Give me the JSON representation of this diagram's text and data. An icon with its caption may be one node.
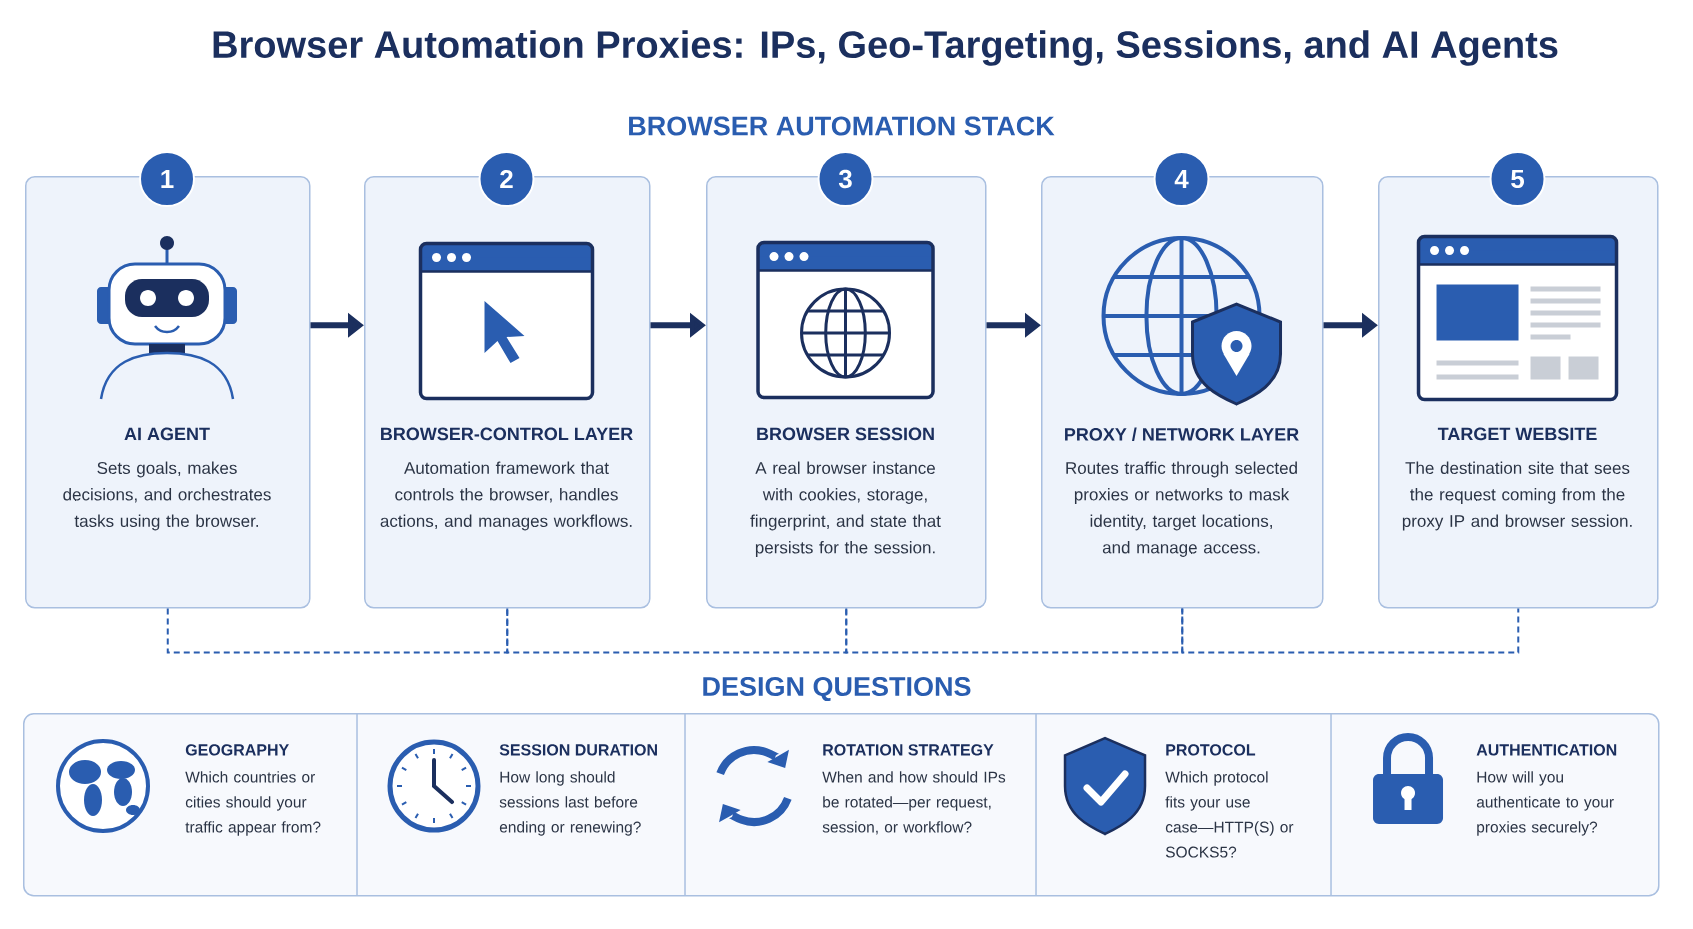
{
  "diagram": {
    "title": "Browser Automation Proxies: IPs, Geo-Targeting, Sessions, and AI Agents",
    "nodes": [
      {
        "text": [
          "AI AGENT",
          "Sets goals, makes decisions, and orchestrates tasks using the browser."
        ]
      },
      {
        "text": [
          "BROWSER-CONTROL LAYER",
          "Automation framework that controls the browser, handles actions, and manages workflows."
        ]
      },
      {
        "text": [
          "BROWSER SESSION",
          "A real browser instance with cookies, storage, fingerprint, and state that persists for the session."
        ]
      },
      {
        "text": [
          "PROXY / NETWORK LAYER",
          "Routes traffic through selected proxies or networks to mask identity, target locations, and manage access."
        ]
      },
      {
        "text": [
          "TARGET WEBSITE",
          "The destination site that sees the request coming from the proxy IP and browser session."
        ]
      },
      {
        "text": [
          "1"
        ]
      },
      {
        "text": [
          "2"
        ]
      },
      {
        "text": [
          "3"
        ]
      },
      {
        "text": [
          "4"
        ]
      },
      {
        "text": [
          "5"
        ]
      },
      {
        "text": [
          "DESIGN QUESTIONS"
        ]
      },
      {
        "text": [
          "GEOGRAPHY",
          "Which countries or cities should your traffic appear from?"
        ],
        "in": 10
      },
      {
        "text": [
          "SESSION DURATION",
          "How long should sessions last before ending or renewing?"
        ],
        "in": 10
      },
      {
        "text": [
          "ROTATION STRATEGY",
          "When and how should IPs be rotated—per request, session, or workflow?"
        ],
        "in": 10
      },
      {
        "text": [
          "PROTOCOL",
          "Which protocol fits your use case—HTTP(S) or SOCKS5?"
        ],
        "in": 10
      },
      {
        "text": [
          "AUTHENTICATION",
          "How will you authenticate to your proxies securely?"
        ],
        "in": 10
      }
    ],
    "edges": [
      {
        "from": 0,
        "to": 1,
        "arrow": "to",
        "style": "thick"
      },
      {
        "from": 1,
        "to": 2,
        "arrow": "to",
        "style": "thick"
      },
      {
        "from": 2,
        "to": 3,
        "arrow": "to",
        "style": "thick"
      },
      {
        "from": 3,
        "to": 4,
        "arrow": "to",
        "style": "thick"
      },
      {
        "from": 0,
        "to": 1,
        "arrow": "none",
        "style": "dashed",
        "color": "#2a5db0"
      },
      {
        "from": 1,
        "to": 2,
        "arrow": "none",
        "style": "dashed",
        "color": "#2a5db0"
      },
      {
        "from": 2,
        "to": 3,
        "arrow": "none",
        "style": "dashed",
        "color": "#2a5db0"
      },
      {
        "from": 3,
        "to": 4,
        "arrow": "none",
        "style": "dashed",
        "color": "#2a5db0"
      }
    ],
    "labels": [
      "BROWSER AUTOMATION STACK"
    ]
  }
}
